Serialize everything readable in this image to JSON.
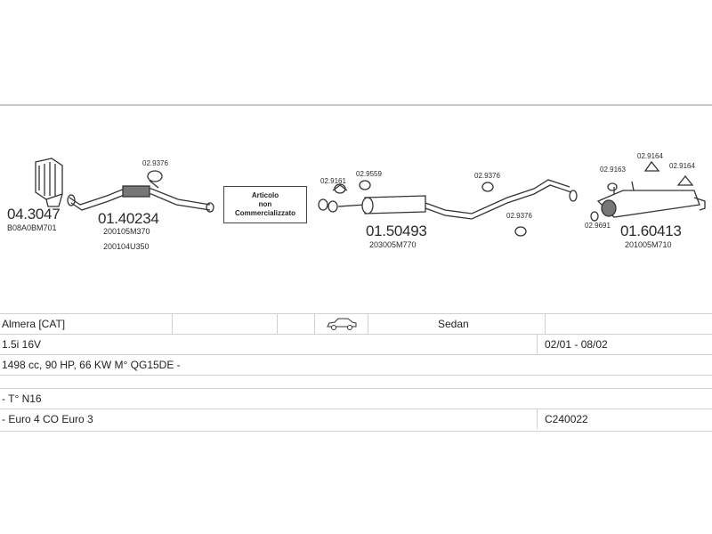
{
  "diagram": {
    "note": {
      "line1": "Articolo",
      "line2": "non",
      "line3": "Commercializzato"
    },
    "parts": [
      {
        "code": "04.3047",
        "ref": "B08A0BM701"
      },
      {
        "code": "01.40234",
        "ref": "200105M370",
        "ref2": "200104U350"
      },
      {
        "code": "01.50493",
        "ref": "203005M770"
      },
      {
        "code": "01.60413",
        "ref": "201005M710"
      }
    ],
    "small_codes": {
      "c1": "02.9376",
      "c2": "02.9161",
      "c3": "02.9559",
      "c4": "02.9376",
      "c5": "02.9376",
      "c6": "02.9163",
      "c7": "02.9164",
      "c8": "02.9164",
      "c9": "02.9691"
    }
  },
  "table": {
    "row1": {
      "model": "Almera [CAT]",
      "body": "Sedan"
    },
    "row2": {
      "engine": "1.5i 16V",
      "period": "02/01 - 08/02"
    },
    "row3": {
      "specs": "1498 cc, 90 HP, 66 KW M° QG15DE -"
    },
    "row4": {
      "extra": "- T° N16"
    },
    "row5": {
      "emission": "- Euro 4 CO Euro 3",
      "code": "C240022"
    }
  },
  "icons": {
    "car": "car-sedan-icon"
  }
}
